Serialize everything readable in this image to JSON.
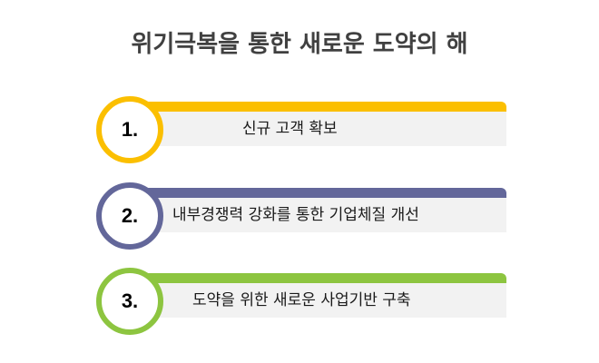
{
  "title": "위기극복을 통한 새로운 도약의 해",
  "items": [
    {
      "number": "1.",
      "text": "신규 고객 확보",
      "color": "#fbbf00"
    },
    {
      "number": "2.",
      "text": "내부경쟁력 강화를 통한 기업체질 개선",
      "color": "#63679a"
    },
    {
      "number": "3.",
      "text": "도약을 위한 새로운 사업기반 구축",
      "color": "#8dc540"
    }
  ],
  "colors": {
    "title": "#404040",
    "bar_background": "#f2f2f2"
  }
}
